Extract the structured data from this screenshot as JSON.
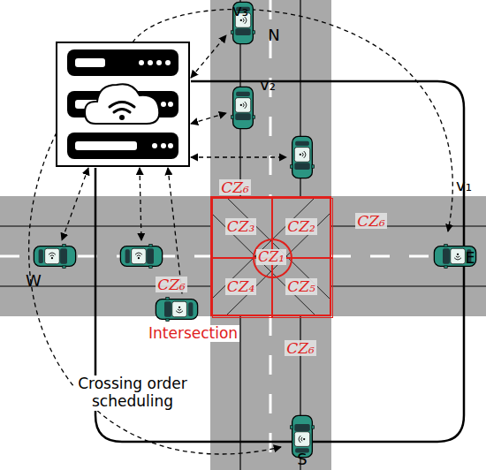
{
  "diagram": {
    "nodes": [
      {
        "text": [
          "Intersection"
        ]
      },
      {
        "text": [
          "CZ₃"
        ],
        "in": 0
      },
      {
        "text": [
          "CZ₂"
        ],
        "in": 0
      },
      {
        "text": [
          "CZ₁"
        ],
        "in": 0
      },
      {
        "text": [
          "CZ₄"
        ],
        "in": 0
      },
      {
        "text": [
          "CZ₅"
        ],
        "in": 0
      }
    ],
    "labels": [
      "v₃",
      "N",
      "v₂",
      "CZ₆",
      "CZ₆",
      "v₁",
      "E",
      "W",
      "CZ₆",
      "CZ₆",
      "Crossing order scheduling",
      "S"
    ]
  }
}
